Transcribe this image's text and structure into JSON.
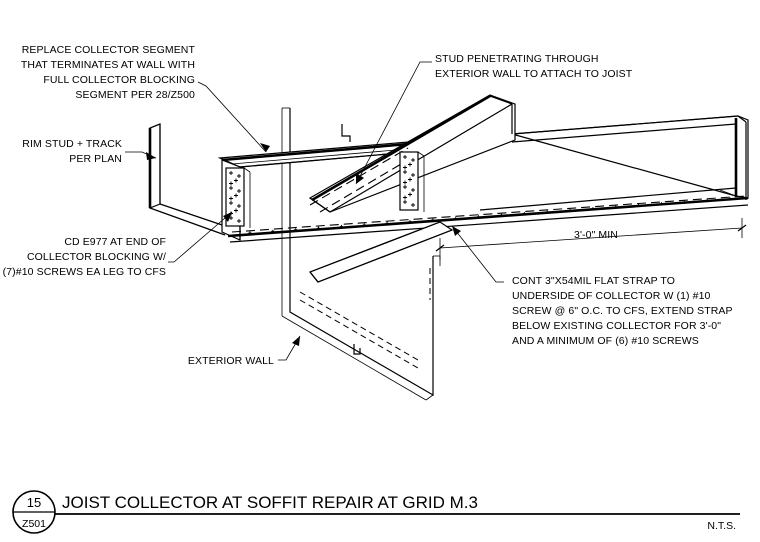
{
  "notes": {
    "replace_collector": [
      "REPLACE COLLECTOR SEGMENT",
      "THAT TERMINATES AT WALL WITH",
      "FULL COLLECTOR BLOCKING",
      "SEGMENT PER 28/Z500"
    ],
    "stud_penetrating": [
      "STUD PENETRATING THROUGH",
      "EXTERIOR WALL TO ATTACH TO JOIST"
    ],
    "rim_stud": [
      "RIM STUD + TRACK",
      "PER PLAN"
    ],
    "cd_e977": [
      "CD E977 AT END OF",
      "COLLECTOR BLOCKING W/",
      "(7)#10 SCREWS EA LEG TO CFS"
    ],
    "dimension": "3'-0\" MIN",
    "cont_strap": [
      "CONT 3\"X54MIL FLAT STRAP TO",
      "UNDERSIDE OF COLLECTOR W (1) #10",
      "SCREW @ 6\" O.C. TO CFS, EXTEND STRAP",
      "BELOW EXISTING COLLECTOR FOR 3'-0\"",
      "AND A MINIMUM OF (6) #10 SCREWS"
    ],
    "exterior_wall": "EXTERIOR WALL"
  },
  "title_block": {
    "detail_number": "15",
    "sheet": "Z501",
    "title": "JOIST COLLECTOR AT SOFFIT REPAIR AT GRID M.3",
    "scale": "N.T.S."
  }
}
